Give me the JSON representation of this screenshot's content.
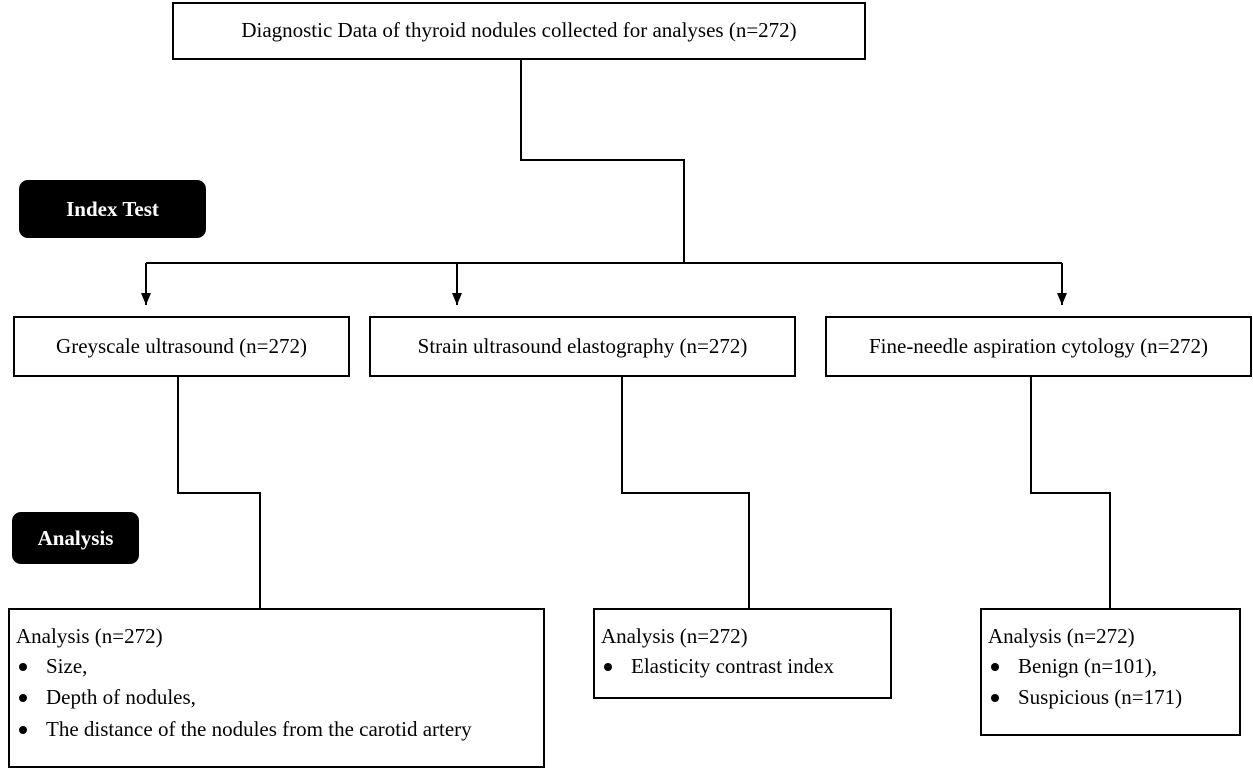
{
  "top": {
    "label": "Diagnostic Data of thyroid nodules collected for analyses (n=272)"
  },
  "stages": {
    "index_test": "Index Test",
    "analysis": "Analysis"
  },
  "tests": [
    {
      "label": "Greyscale ultrasound (n=272)"
    },
    {
      "label": "Strain ultrasound elastography (n=272)"
    },
    {
      "label": "Fine-needle aspiration cytology (n=272)"
    }
  ],
  "analyses": [
    {
      "title": "Analysis (n=272)",
      "items": [
        "Size,",
        "Depth of nodules,",
        "The distance of the nodules from the carotid artery"
      ]
    },
    {
      "title": "Analysis (n=272)",
      "items": [
        "Elasticity contrast index"
      ]
    },
    {
      "title": "Analysis (n=272)",
      "items": [
        "Benign (n=101),",
        "Suspicious (n=171)"
      ]
    }
  ]
}
